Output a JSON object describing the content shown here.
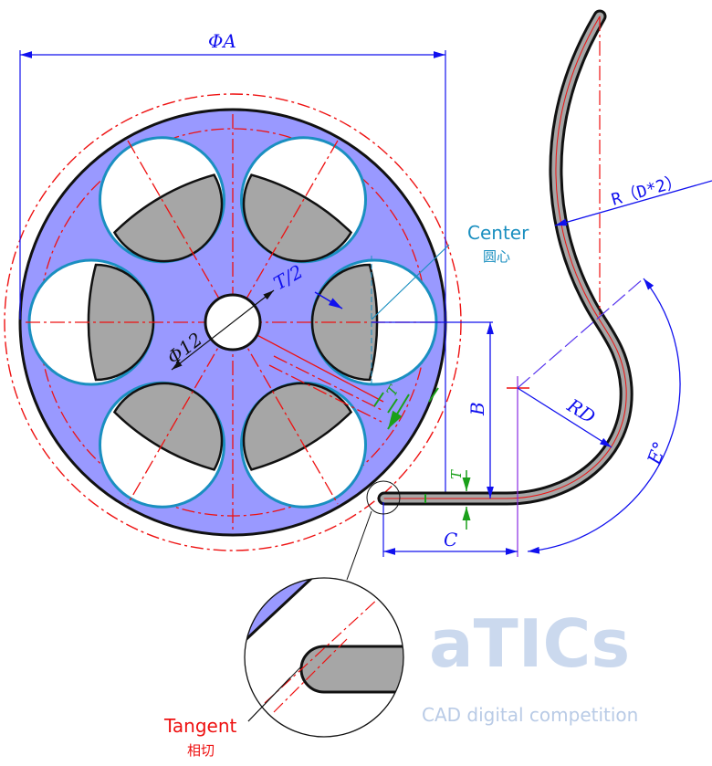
{
  "labels": {
    "diameter_a": "ΦA",
    "radius_r": "R（D*2）",
    "center_en": "Center",
    "center_cn": "圆心",
    "half_thickness": "T/2",
    "hole_diameter": "Φ12",
    "thickness_t": "T",
    "thickness_t2": "T",
    "dim_b": "B",
    "dim_c": "C",
    "dim_rd": "RD",
    "angle_e": "E°",
    "tangent_en": "Tangent",
    "tangent_cn": "相切"
  },
  "watermark": {
    "line1": "aTICs",
    "line2": "CAD digital competition"
  },
  "colors": {
    "disc": "#9999ff",
    "hole_outline": "#1a8fc0",
    "centerline": "#ee1111",
    "dimension": "#1010ee",
    "thickness": "#1aa01a",
    "part": "#a6a6a6"
  }
}
